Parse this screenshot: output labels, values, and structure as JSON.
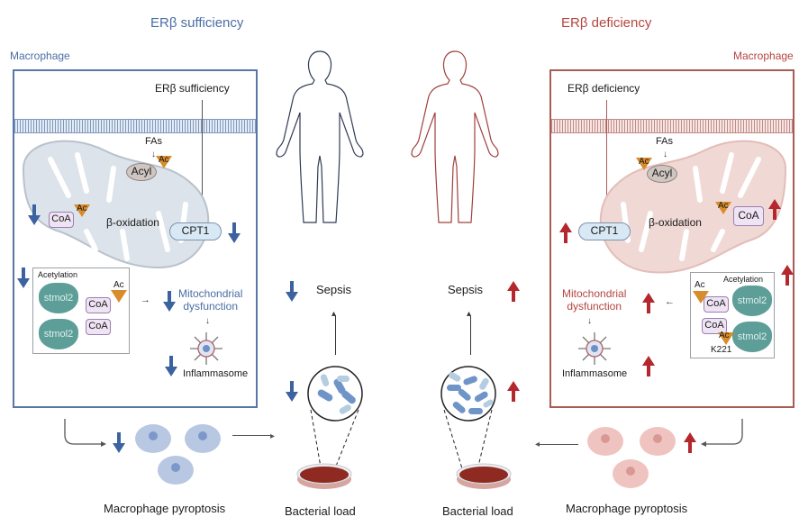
{
  "left": {
    "condition_title": "ERβ sufficiency",
    "cell_label": "Macrophage",
    "panel_signal": "ERβ sufficiency",
    "fatty_acids": "FAs",
    "acyl": "Acyl",
    "ac": "Ac",
    "coa": "CoA",
    "beta_oxidation": "β-oxidation",
    "cpt1": "CPT1",
    "acetylation_title": "Acetylation",
    "stmol2": "stmol2",
    "mito_dysfunction_line1": "Mitochondrial",
    "mito_dysfunction_line2": "dysfunction",
    "inflammasome": "Inflammasome",
    "pyroptosis": "Macrophage pyroptosis",
    "bacterial_load": "Bacterial load",
    "sepsis": "Sepsis",
    "direction": "down",
    "color": "#4a6fa5"
  },
  "right": {
    "condition_title": "ERβ deficiency",
    "cell_label": "Macrophage",
    "panel_signal": "ERβ deficiency",
    "fatty_acids": "FAs",
    "acyl": "Acyl",
    "ac": "Ac",
    "coa": "CoA",
    "beta_oxidation": "β-oxidation",
    "cpt1": "CPT1",
    "acetylation_title": "Acetylation",
    "stmol2": "stmol2",
    "k221": "K221",
    "mito_dysfunction_line1": "Mitochondrial",
    "mito_dysfunction_line2": "dysfunction",
    "inflammasome": "Inflammasome",
    "pyroptosis": "Macrophage pyroptosis",
    "bacterial_load": "Bacterial load",
    "sepsis": "Sepsis",
    "direction": "up",
    "color": "#b5453f"
  },
  "colors": {
    "down_arrow": "#3d62a0",
    "up_arrow": "#b3272d",
    "petri_dish": "#8e2a22"
  }
}
